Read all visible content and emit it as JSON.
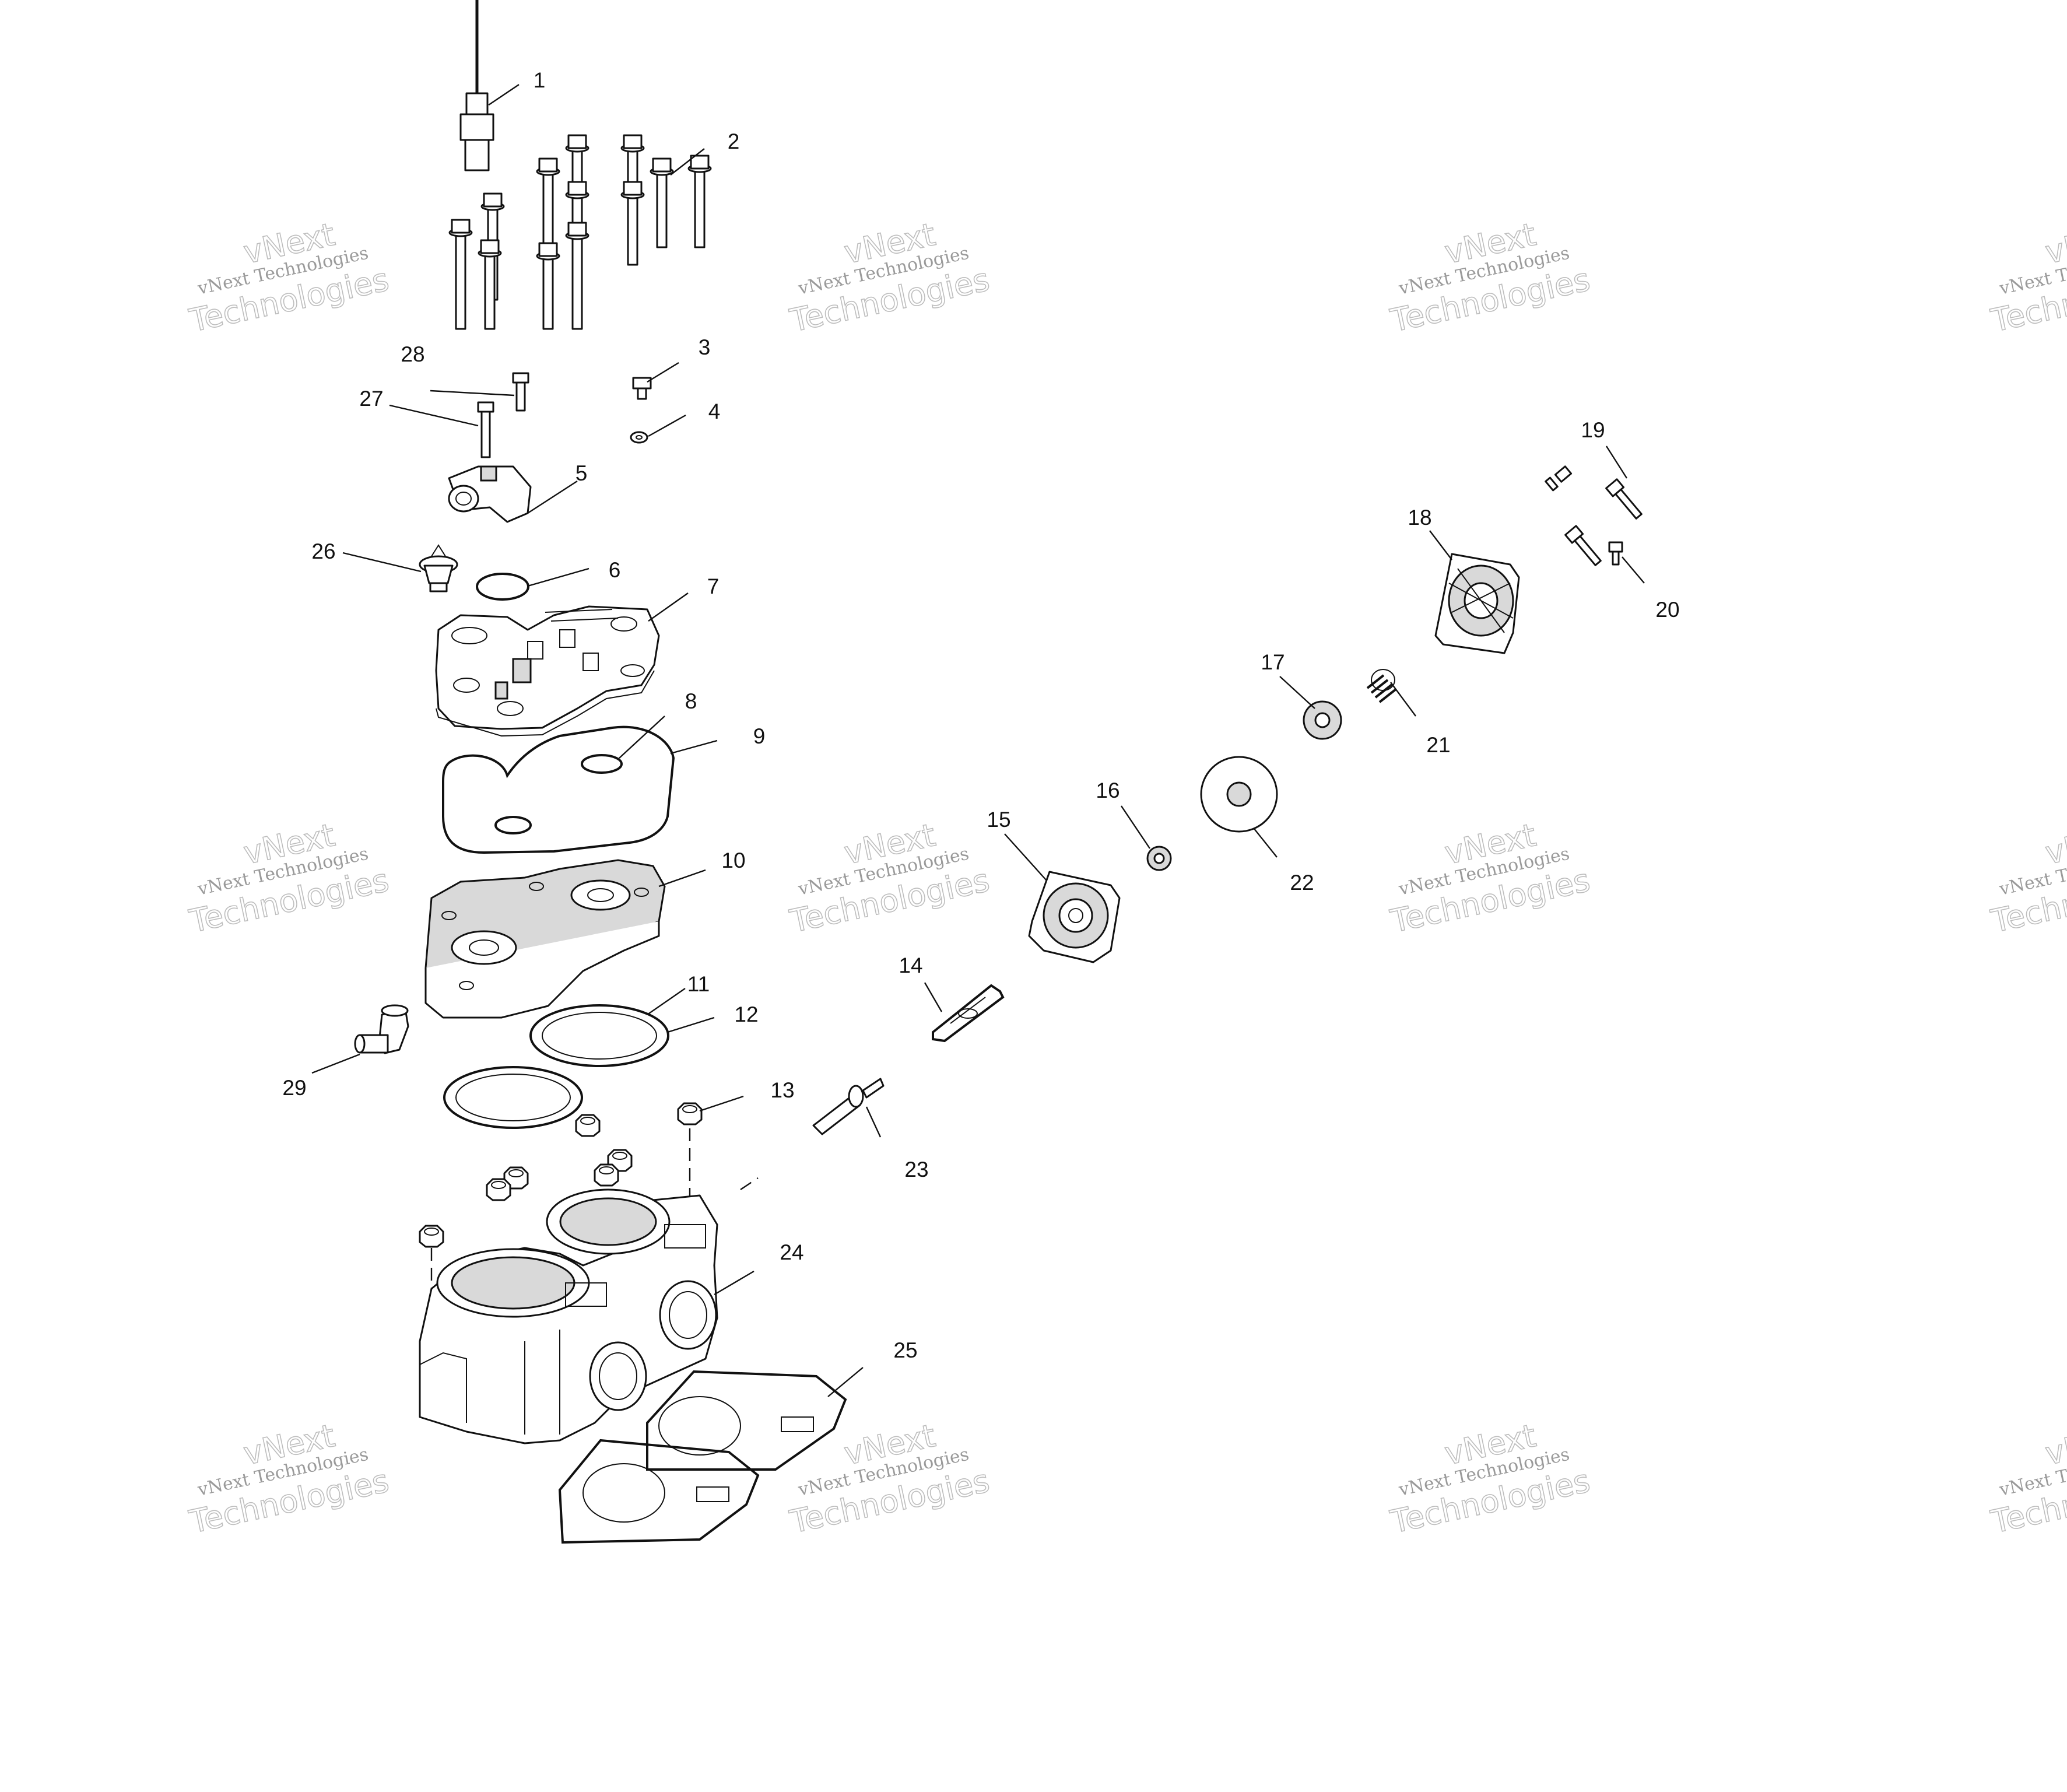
{
  "watermark": {
    "line1": "vNext",
    "line2": "vNext Technologies",
    "line3": "Technologies"
  },
  "callouts": [
    {
      "number": "1"
    },
    {
      "number": "2"
    },
    {
      "number": "3"
    },
    {
      "number": "4"
    },
    {
      "number": "5"
    },
    {
      "number": "6"
    },
    {
      "number": "7"
    },
    {
      "number": "8"
    },
    {
      "number": "9"
    },
    {
      "number": "10"
    },
    {
      "number": "11"
    },
    {
      "number": "12"
    },
    {
      "number": "13"
    },
    {
      "number": "14"
    },
    {
      "number": "15"
    },
    {
      "number": "16"
    },
    {
      "number": "17"
    },
    {
      "number": "18"
    },
    {
      "number": "19"
    },
    {
      "number": "20"
    },
    {
      "number": "21"
    },
    {
      "number": "22"
    },
    {
      "number": "23"
    },
    {
      "number": "24"
    },
    {
      "number": "25"
    },
    {
      "number": "26"
    },
    {
      "number": "27"
    },
    {
      "number": "28"
    },
    {
      "number": "29"
    }
  ]
}
